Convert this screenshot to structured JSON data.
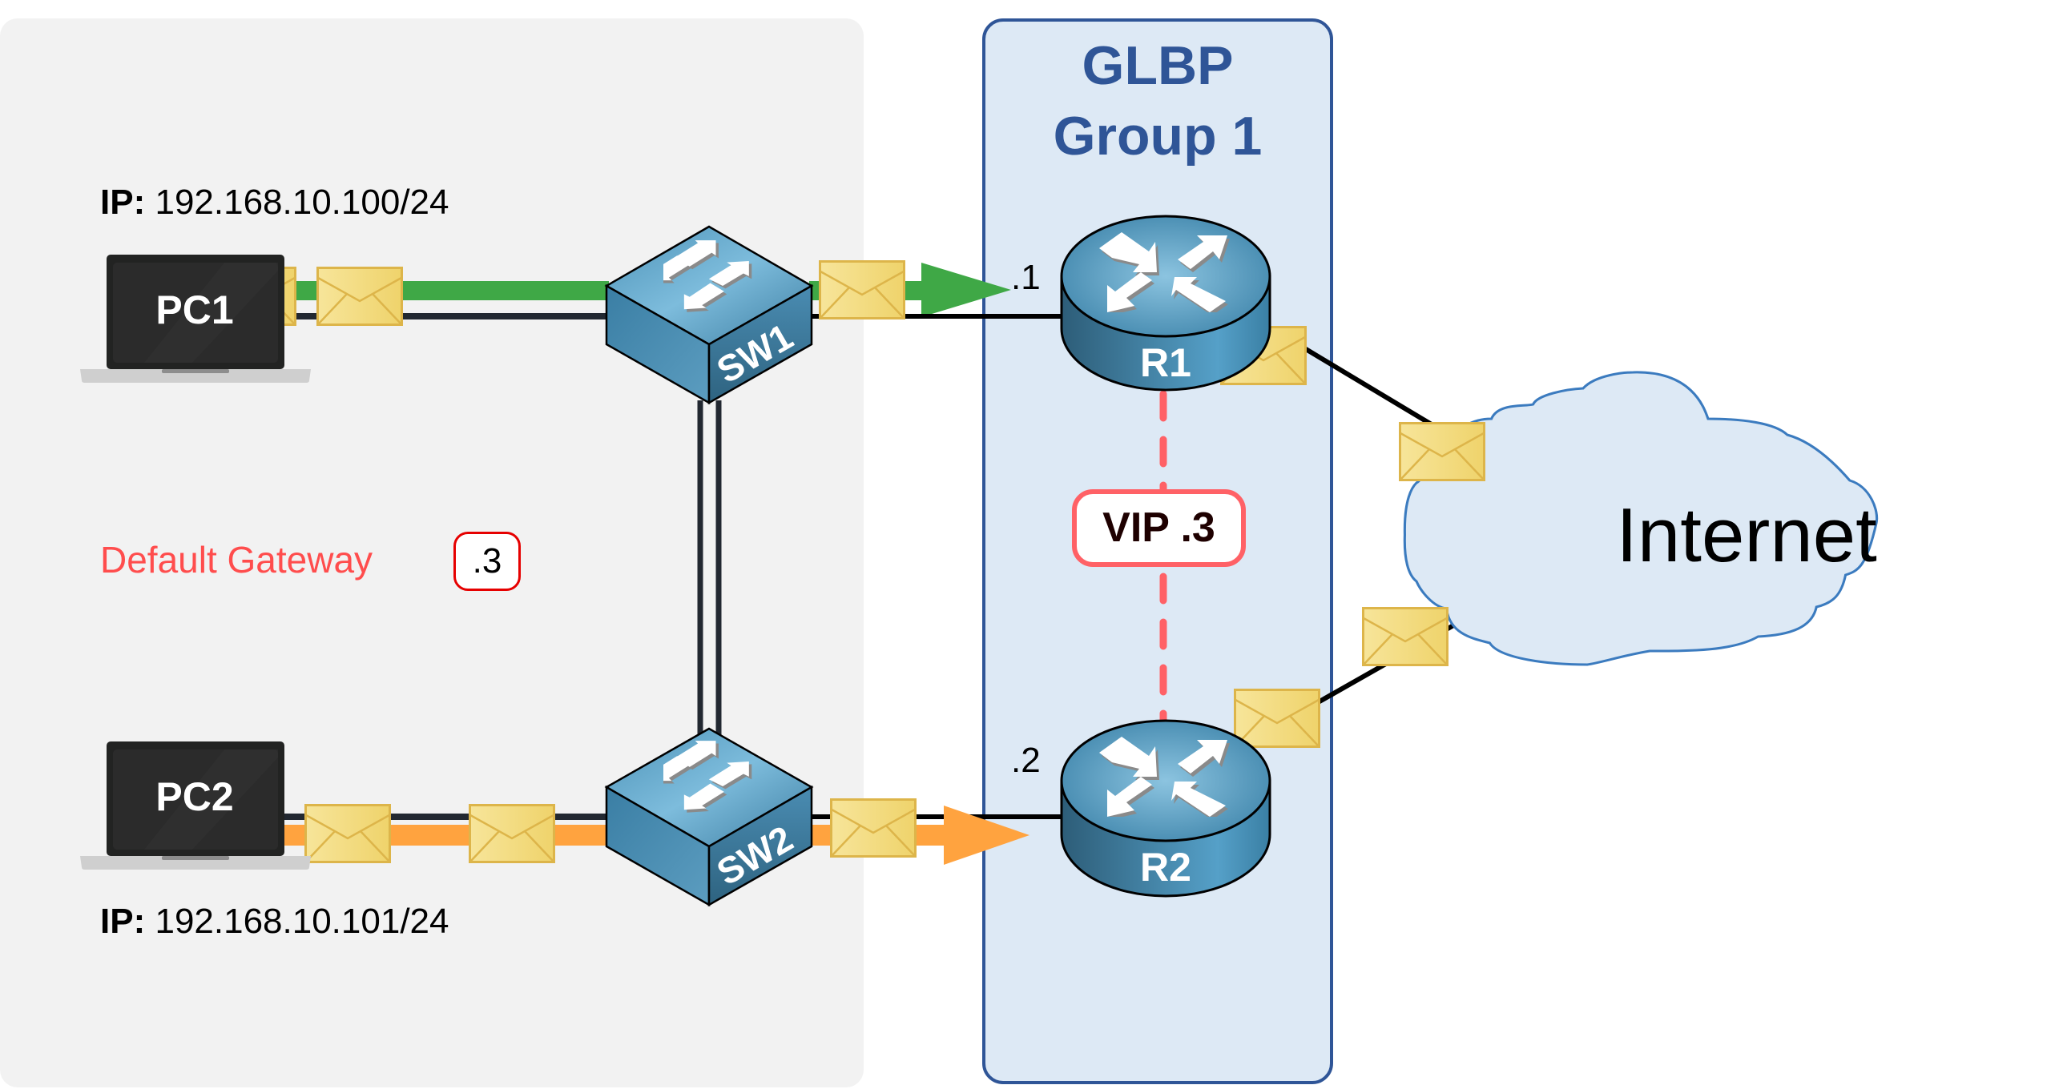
{
  "glbp_group": {
    "title_line1": "GLBP",
    "title_line2": "Group 1",
    "border_color": "#2f5597",
    "fill_color": "#dde9f5"
  },
  "hosts": [
    {
      "name": "PC1",
      "ip_prefix": "IP:",
      "ip": "192.168.10.100/24",
      "flow_color": "#3fa846"
    },
    {
      "name": "PC2",
      "ip_prefix": "IP:",
      "ip": "192.168.10.101/24",
      "flow_color": "#ffa33f"
    }
  ],
  "switches": [
    {
      "name": "SW1"
    },
    {
      "name": "SW2"
    }
  ],
  "routers": [
    {
      "name": "R1",
      "interface_label": ".1"
    },
    {
      "name": "R2",
      "interface_label": ".2"
    }
  ],
  "default_gateway": {
    "label": "Default Gateway",
    "value": ".3",
    "color": "#ff4d4d"
  },
  "vip": {
    "label": "VIP .3",
    "color": "#ff6166"
  },
  "cloud": {
    "label": "Internet"
  },
  "packet_icon": "envelope-icon"
}
